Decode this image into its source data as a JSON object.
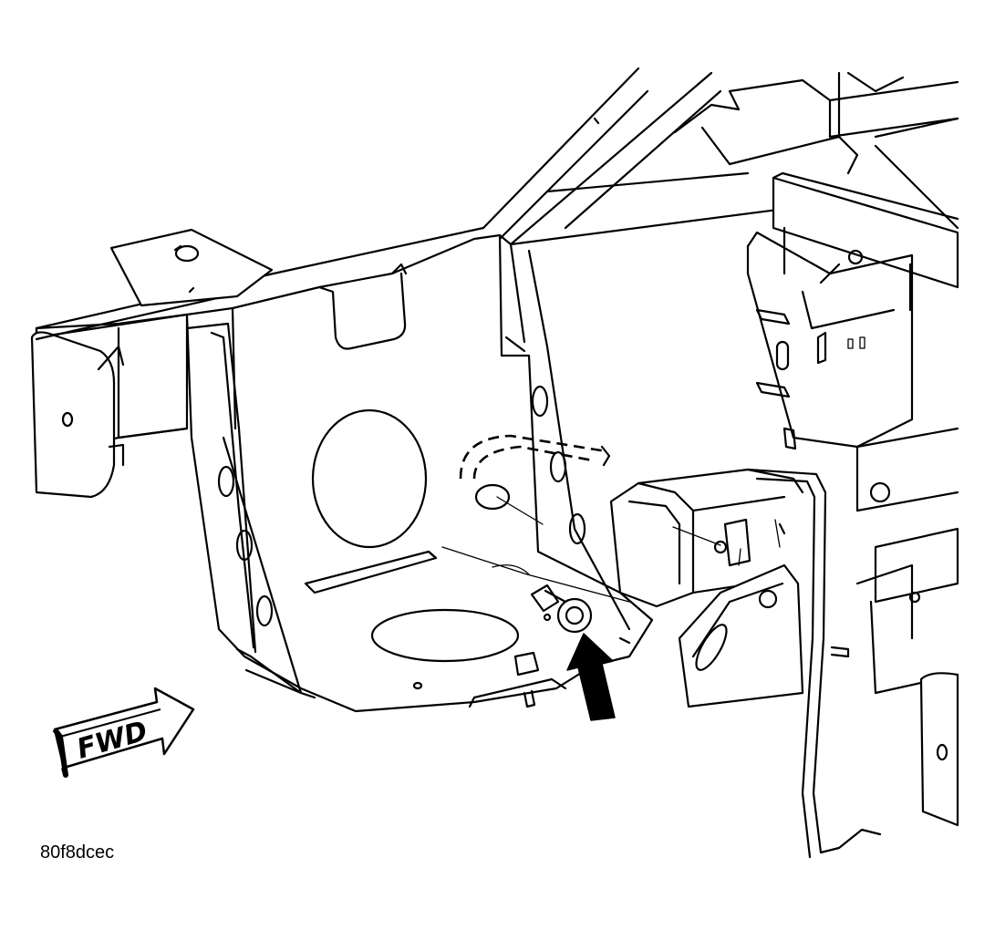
{
  "figure": {
    "id_label": "80f8dcec",
    "direction_label": "FWD"
  },
  "callouts": [
    {
      "icon": "black-arrow",
      "points_to": "fastener"
    }
  ],
  "colors": {
    "line": "#000000",
    "background": "#ffffff"
  }
}
